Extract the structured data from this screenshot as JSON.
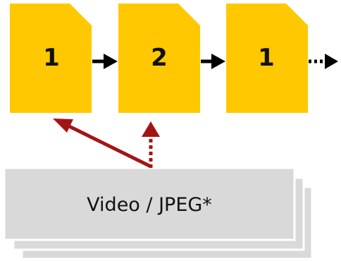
{
  "documents": [
    {
      "label": "1"
    },
    {
      "label": "2"
    },
    {
      "label": "1"
    }
  ],
  "stack": {
    "label": "Video / JPEG*"
  },
  "colors": {
    "document_fill": "#FFC800",
    "chain_arrow": "#000000",
    "reference_arrow": "#A31515",
    "stack_fill": "#D9D9D9",
    "stack_border": "#FFFFFF"
  }
}
